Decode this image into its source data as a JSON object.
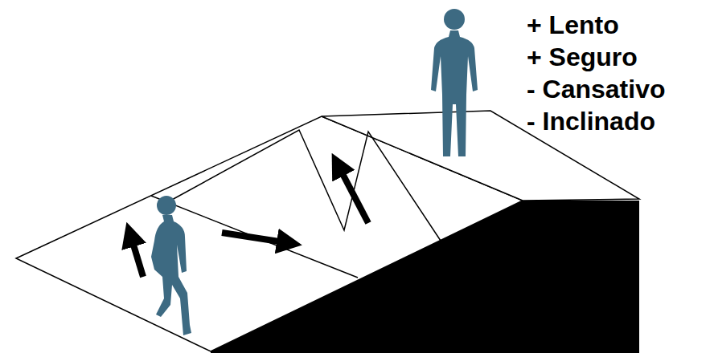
{
  "diagram": {
    "labels": [
      "+ Lento",
      "+ Seguro",
      "- Cansativo",
      "- Inclinado"
    ]
  }
}
